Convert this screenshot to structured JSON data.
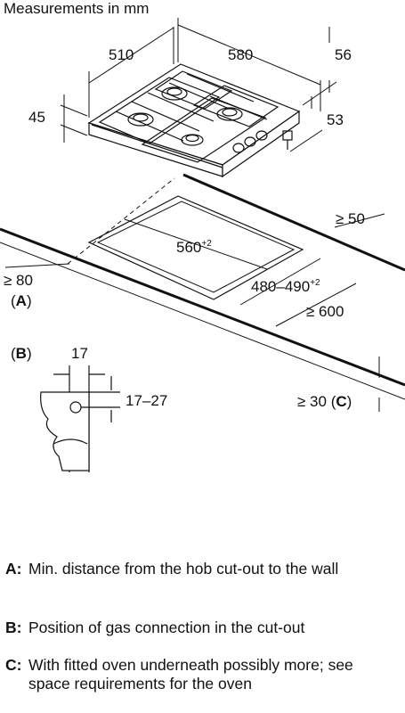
{
  "title": "Measurements in mm",
  "dims": {
    "width": "510",
    "depth": "580",
    "right_top": "56",
    "right_bottom": "53",
    "height": "45",
    "cut_width": "560",
    "cut_width_tol": "+2",
    "cut_depth": "480–490",
    "cut_depth_tol": "+2",
    "worktop_depth": "≥ 600",
    "wall_min": "≥ 50",
    "front_min": "≥ 80",
    "label_a": "A",
    "label_b": "B",
    "detail_width": "17",
    "detail_height": "17–27",
    "oven_gap": "≥ 30",
    "label_c": "C"
  },
  "legend": [
    {
      "key": "A:",
      "text": "Min. distance from the hob cut-out to the wall"
    },
    {
      "key": "B:",
      "text": "Position of gas connection in the cut-out"
    },
    {
      "key": "C:",
      "text": "With fitted oven underneath possibly more; see space requirements for the oven"
    }
  ]
}
